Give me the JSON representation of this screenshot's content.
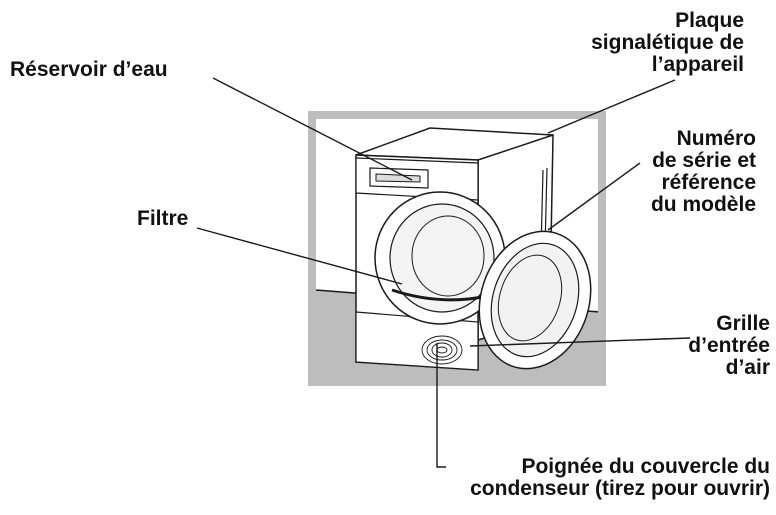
{
  "labels": {
    "water_tank": "Réservoir d’eau",
    "rating_plate": [
      "Plaque",
      "signalétique de",
      "l’appareil"
    ],
    "serial_number": [
      "Numéro",
      "de série et",
      "référence",
      "du modèle"
    ],
    "filter": "Filtre",
    "air_grille": [
      "Grille",
      "d’entrée",
      "d’air"
    ],
    "condenser_handle": [
      "Poignée du couvercle du",
      "condenseur (tirez pour ouvrir)"
    ]
  },
  "colors": {
    "frame": "#bdbdbd",
    "floor": "#bdbdbd",
    "line": "#1a1a1a",
    "text": "#111111"
  }
}
